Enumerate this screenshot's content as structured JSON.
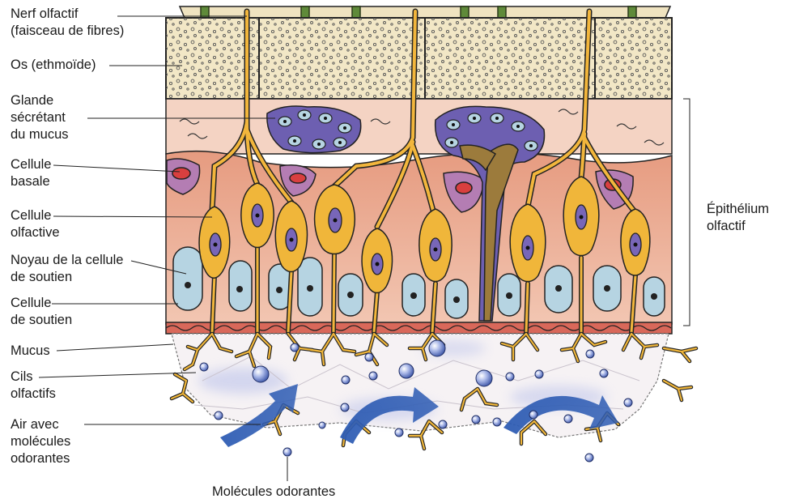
{
  "labels": {
    "nerf": [
      "Nerf olfactif",
      "(faisceau de fibres)"
    ],
    "os": [
      "Os (ethmoïde)"
    ],
    "glande": [
      "Glande",
      "sécrétant",
      "du mucus"
    ],
    "basale": [
      "Cellule",
      "basale"
    ],
    "olfactive": [
      "Cellule",
      "olfactive"
    ],
    "noyau": [
      "Noyau de la cellule",
      "de soutien"
    ],
    "soutien": [
      "Cellule",
      "de soutien"
    ],
    "mucus": [
      "Mucus"
    ],
    "cils": [
      "Cils",
      "olfactifs"
    ],
    "air": [
      "Air avec",
      "molécules",
      "odorantes"
    ],
    "molecules": [
      "Molécules odorantes"
    ],
    "epithelium": [
      "Épithélium",
      "olfactif"
    ]
  },
  "colors": {
    "bone": "#f1e6c3",
    "lamina": "#f3cfc0",
    "epithelium": "#e3a187",
    "neuron": "#f0b63a",
    "neuron_nucleus": "#7866b8",
    "support_cell": "#b5d3e2",
    "gland": "#6c5eb0",
    "basal_cell": "#b57bb2",
    "mucus": "#f6f3f6",
    "airflow": "#3a64b8",
    "nerve_stub": "#5f8a3a"
  }
}
